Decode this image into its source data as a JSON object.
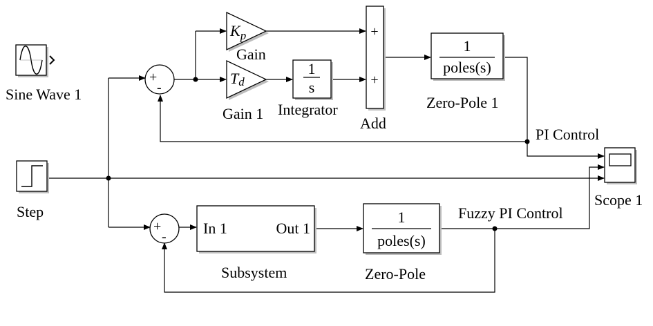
{
  "blocks": {
    "sine": {
      "label": "Sine Wave 1"
    },
    "step": {
      "label": "Step"
    },
    "gain": {
      "label": "Gain",
      "symbol": "K",
      "sub": "p"
    },
    "gain1": {
      "label": "Gain 1",
      "symbol": "T",
      "sub": "d"
    },
    "integrator": {
      "label": "Integrator",
      "num": "1",
      "den": "s"
    },
    "add": {
      "label": "Add",
      "sign1": "+",
      "sign2": "+"
    },
    "zp1": {
      "label": "Zero-Pole 1",
      "num": "1",
      "den": "poles(s)"
    },
    "zp": {
      "label": "Zero-Pole",
      "num": "1",
      "den": "poles(s)"
    },
    "subsystem": {
      "label": "Subsystem",
      "in": "In 1",
      "out": "Out 1"
    },
    "scope": {
      "label": "Scope 1"
    },
    "sum1": {
      "plus": "+",
      "minus": "-"
    },
    "sum2": {
      "plus": "+",
      "minus": "-"
    }
  },
  "signals": {
    "pi": "PI Control",
    "fuzzy": "Fuzzy PI Control"
  }
}
